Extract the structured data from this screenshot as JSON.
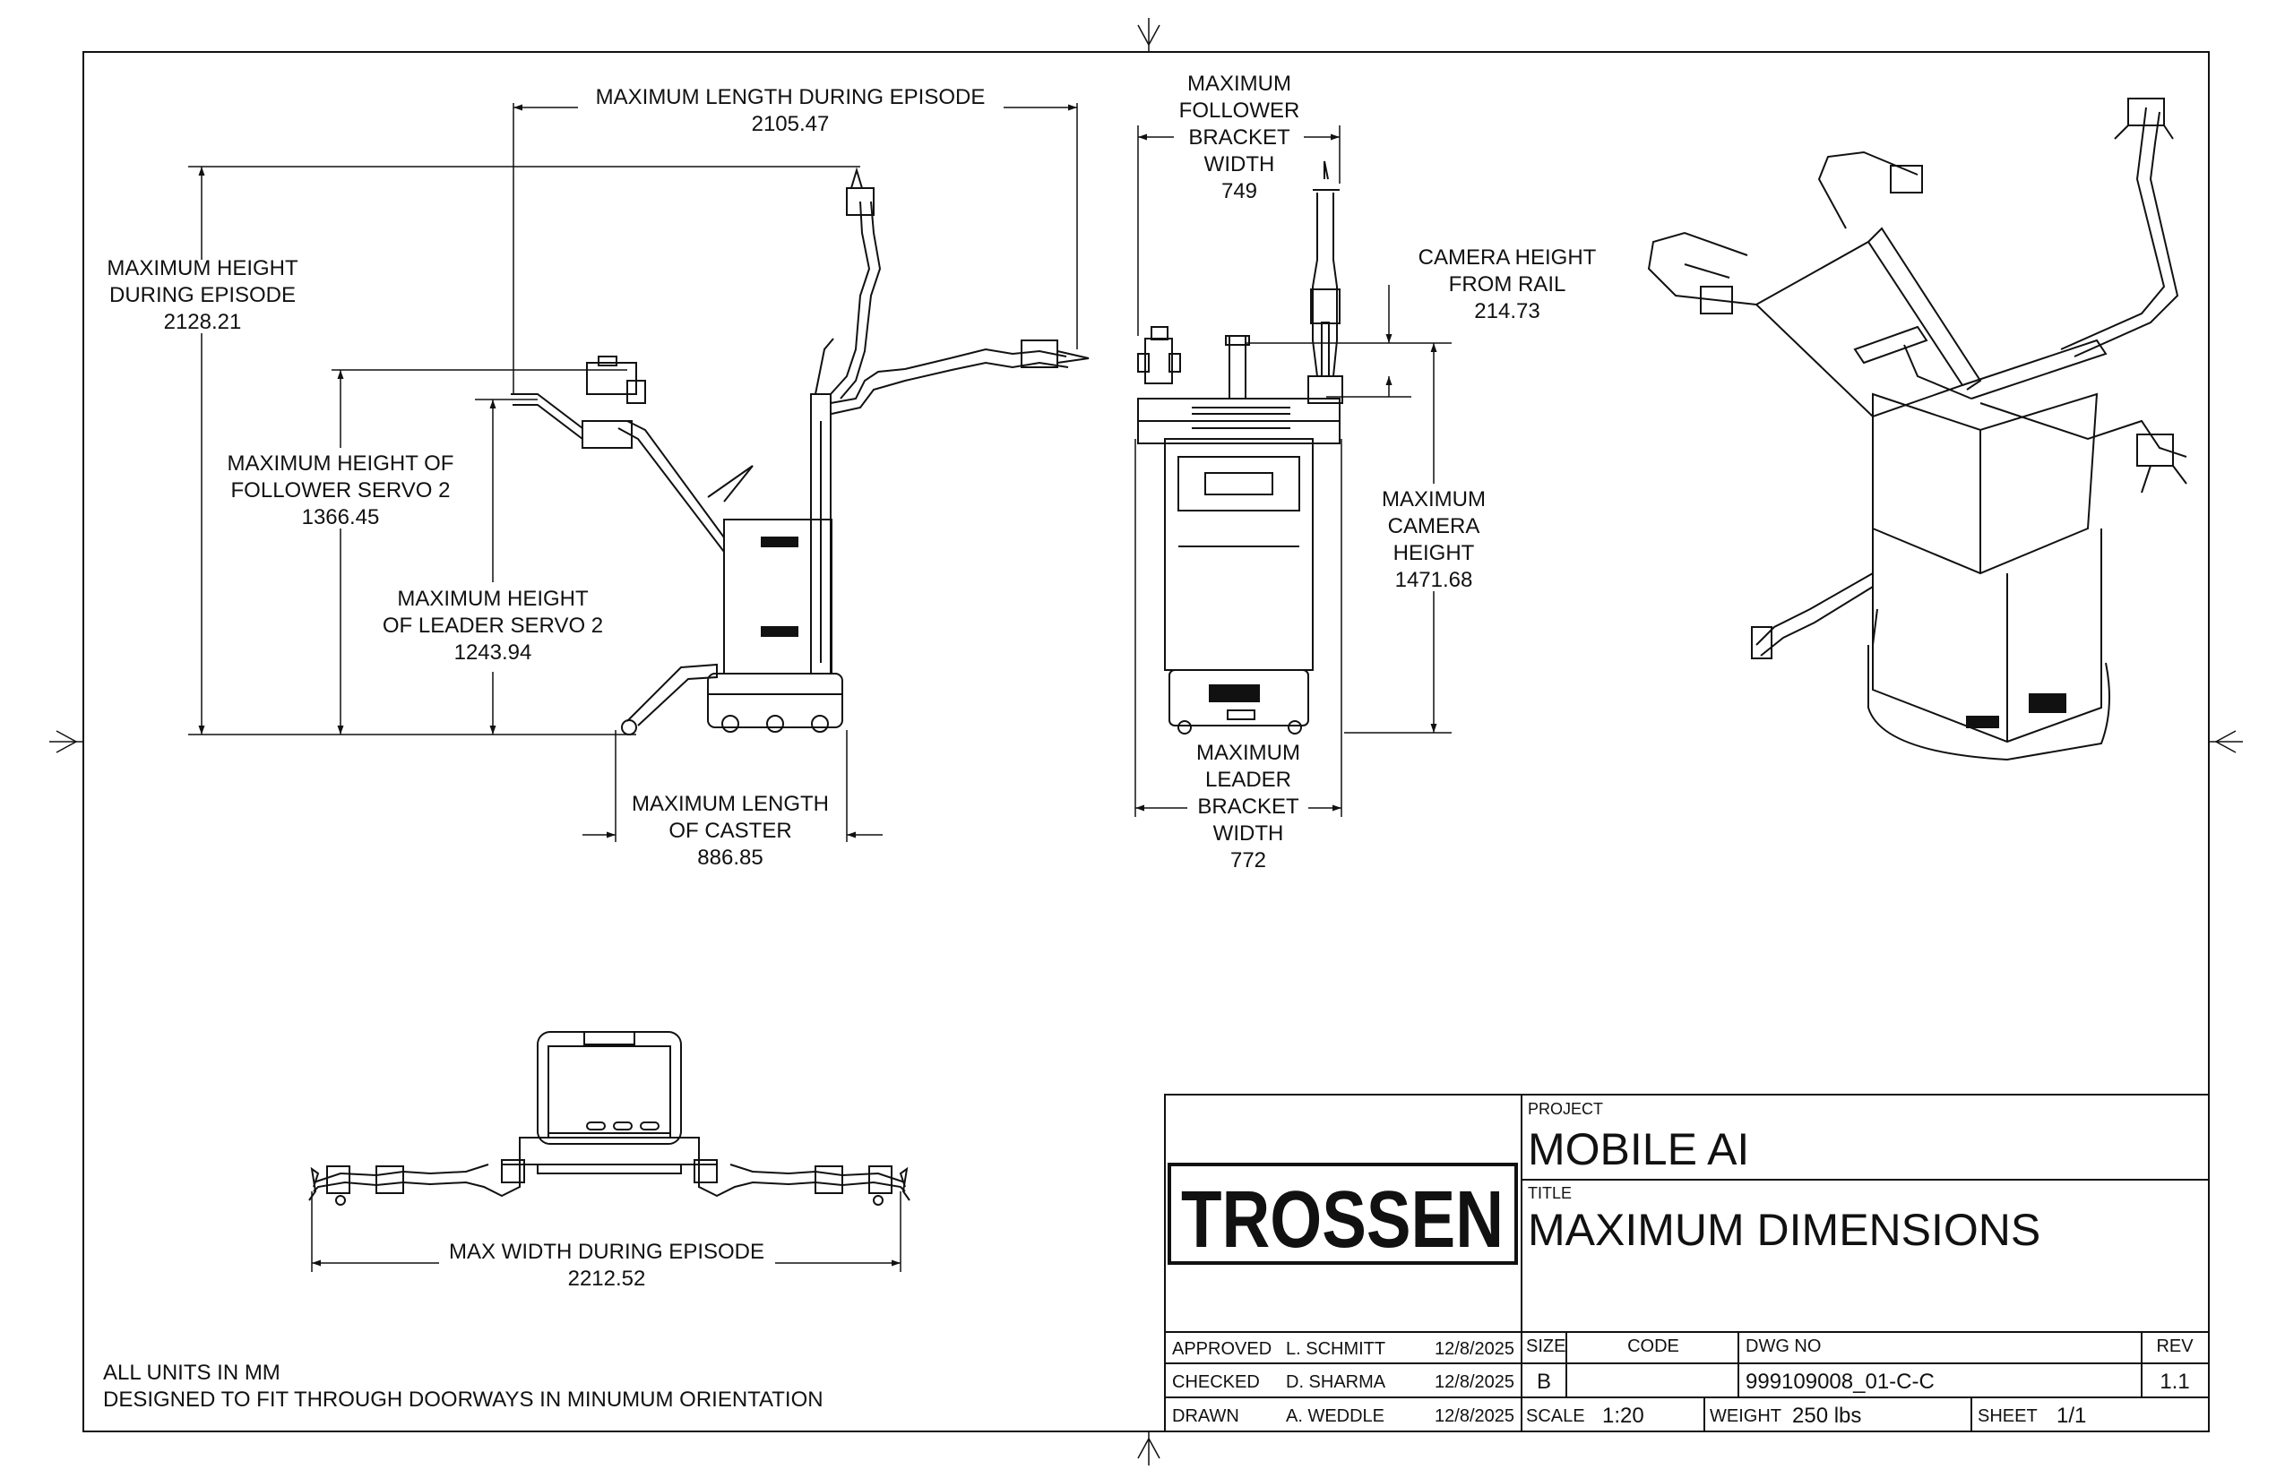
{
  "dimensions": {
    "max_length_episode": {
      "label": "MAXIMUM LENGTH DURING EPISODE",
      "value": "2105.47"
    },
    "max_height_episode": {
      "line1": "MAXIMUM HEIGHT",
      "line2": "DURING EPISODE",
      "value": "2128.21"
    },
    "max_height_follower": {
      "line1": "MAXIMUM HEIGHT OF",
      "line2": "FOLLOWER SERVO 2",
      "value": "1366.45"
    },
    "max_height_leader": {
      "line1": "MAXIMUM HEIGHT",
      "line2": "OF LEADER SERVO 2",
      "value": "1243.94"
    },
    "max_length_caster": {
      "line1": "MAXIMUM LENGTH",
      "line2": "OF CASTER",
      "value": "886.85"
    },
    "follower_bracket_width": {
      "line1": "MAXIMUM",
      "line2": "FOLLOWER",
      "line3": "BRACKET",
      "line4": "WIDTH",
      "value": "749"
    },
    "camera_height_rail": {
      "line1": "CAMERA HEIGHT",
      "line2": "FROM RAIL",
      "value": "214.73"
    },
    "max_camera_height": {
      "line1": "MAXIMUM",
      "line2": "CAMERA",
      "line3": "HEIGHT",
      "value": "1471.68"
    },
    "leader_bracket_width": {
      "line1": "MAXIMUM",
      "line2": "LEADER",
      "line3": "BRACKET",
      "line4": "WIDTH",
      "value": "772"
    },
    "max_width_episode": {
      "label": "MAX WIDTH DURING EPISODE",
      "value": "2212.52"
    }
  },
  "notes": {
    "line1": "ALL UNITS IN MM",
    "line2": "DESIGNED TO FIT THROUGH DOORWAYS IN MINUMUM ORIENTATION"
  },
  "title_block": {
    "logo_text": "TROSSEN",
    "project_label": "PROJECT",
    "project_value": "MOBILE AI",
    "title_label": "TITLE",
    "title_value": "MAXIMUM DIMENSIONS",
    "approved_label": "APPROVED",
    "approved_name": "L. SCHMITT",
    "approved_date": "12/8/2025",
    "checked_label": "CHECKED",
    "checked_name": "D. SHARMA",
    "checked_date": "12/8/2025",
    "drawn_label": "DRAWN",
    "drawn_name": "A. WEDDLE",
    "drawn_date": "12/8/2025",
    "size_label": "SIZE",
    "size_value": "B",
    "code_label": "CODE",
    "dwg_label": "DWG NO",
    "dwg_value": "999109008_01-C-C",
    "rev_label": "REV",
    "rev_value": "1.1",
    "scale_label": "SCALE",
    "scale_value": "1:20",
    "weight_label": "WEIGHT",
    "weight_value": "250 lbs",
    "sheet_label": "SHEET",
    "sheet_value": "1/1"
  }
}
